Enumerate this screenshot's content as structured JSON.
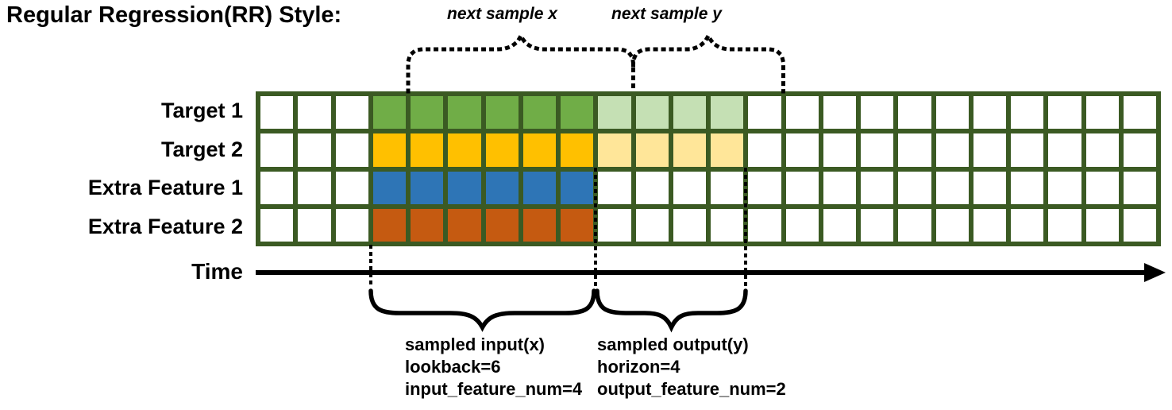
{
  "title": "Regular Regression(RR) Style:",
  "top_annotations": {
    "next_sample_x": "next sample x",
    "next_sample_y": "next sample y"
  },
  "grid": {
    "columns": 24,
    "border_color": "#3B5A23",
    "cell_default_color": "#FFFFFF",
    "rows": [
      {
        "label": "Target 1",
        "segments": [
          {
            "name": "input-window",
            "from": 4,
            "to": 9,
            "color": "#70AD47"
          },
          {
            "name": "output-window",
            "from": 10,
            "to": 13,
            "color": "#C5E0B4"
          }
        ]
      },
      {
        "label": "Target 2",
        "segments": [
          {
            "name": "input-window",
            "from": 4,
            "to": 9,
            "color": "#FFC000"
          },
          {
            "name": "output-window",
            "from": 10,
            "to": 13,
            "color": "#FFE699"
          }
        ]
      },
      {
        "label": "Extra Feature 1",
        "segments": [
          {
            "name": "input-window",
            "from": 4,
            "to": 9,
            "color": "#2E75B6"
          }
        ]
      },
      {
        "label": "Extra Feature 2",
        "segments": [
          {
            "name": "input-window",
            "from": 4,
            "to": 9,
            "color": "#C55A11"
          }
        ]
      }
    ]
  },
  "time_axis": {
    "label": "Time"
  },
  "bottom_annotations": {
    "input": {
      "lines": [
        "sampled input(x)",
        "lookback=6",
        "input_feature_num=4"
      ]
    },
    "output": {
      "lines": [
        "sampled output(y)",
        "horizon=4",
        "output_feature_num=2"
      ]
    }
  }
}
